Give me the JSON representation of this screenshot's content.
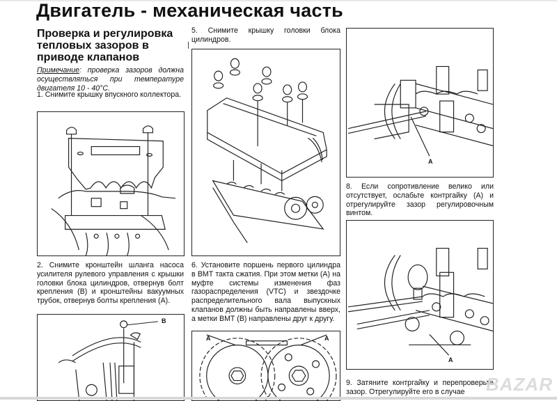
{
  "page": {
    "title": "Двигатель - механическая часть",
    "section_title": "Проверка и регулировка тепловых зазоров в приводе клапанов"
  },
  "left_column": {
    "note_label": "Примечание",
    "note_text": ": проверка зазоров должна осуществляться при температуре двигателя 10 - 40°С.",
    "step1": "1. Снимите крышку впускного коллектора.",
    "step2": "2. Снимите кронштейн шланга насоса усилителя рулевого управления с крышки головки блока цилиндров, отвернув болт крепления (В) и кронштейны вакуумных трубок, отвернув болты крепления (А).",
    "fig2_label_b": "B"
  },
  "middle_column": {
    "step5": "5. Снимите крышку головки блока цилиндров.",
    "step6": "6. Установите поршень первого цилиндра в ВМТ такта сжатия. При этом метки (А) на муфте системы изменения фаз газораспределения (VTC) и звездочке распределительного вала выпускных клапанов должны быть направлены вверх, а метки ВМТ (В) направлены друг к другу.",
    "fig6_label_a_left": "A",
    "fig6_label_a_right": "A"
  },
  "right_column": {
    "fig7_label_a": "A",
    "step8": "8. Если сопротивление велико или отсутствует, ослабьте контргайку (А) и отрегулируйте зазор регулировочным винтом.",
    "fig8_label_a": "A",
    "step9": "9. Затяните контргайку и перепроверьте зазор. Отрегулируйте его в случае"
  },
  "watermark": "BAZAR"
}
